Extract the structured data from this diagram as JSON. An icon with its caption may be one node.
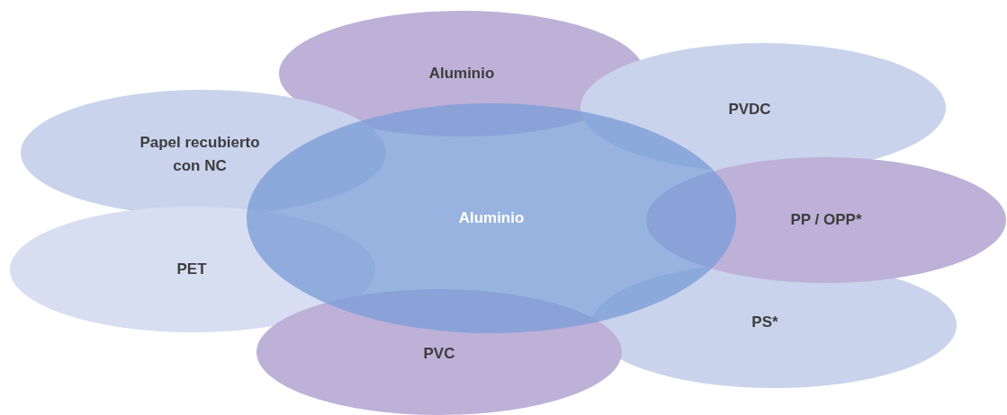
{
  "diagram": {
    "nodes": [
      {
        "text": [
          "Aluminio"
        ]
      },
      {
        "text": [
          "PVDC"
        ]
      },
      {
        "text": [
          "Papel recubierto con NC"
        ]
      },
      {
        "text": [
          "Aluminio"
        ]
      },
      {
        "text": [
          "PP / OPP*"
        ]
      },
      {
        "text": [
          "PET"
        ]
      },
      {
        "text": [
          "PS*"
        ]
      },
      {
        "text": [
          "PVC"
        ]
      }
    ]
  }
}
